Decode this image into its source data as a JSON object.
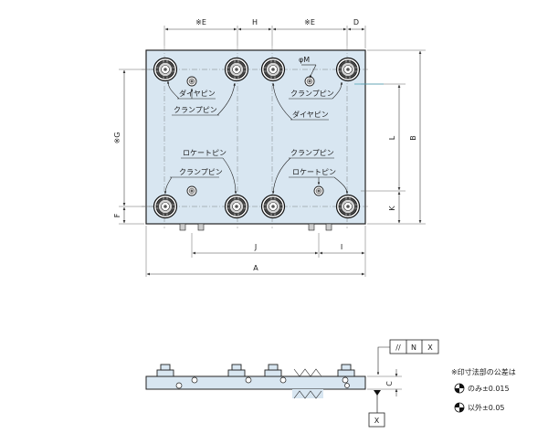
{
  "dimensions": {
    "e_left": "※E",
    "h": "H",
    "e_right": "※E",
    "d": "D",
    "phi_m": "φM",
    "b": "B",
    "l": "L",
    "k": "K",
    "g": "※G",
    "f": "F",
    "j": "J",
    "i": "I",
    "a": "A",
    "c": "C"
  },
  "labels": {
    "dia_pin_left": "ダイヤピン",
    "clamp_pin_top_left": "クランプピン",
    "clamp_pin_top_right": "クランプピン",
    "dia_pin_right": "ダイヤピン",
    "locate_pin_left": "ロケートピン",
    "clamp_pin_bottom_left": "クランプピン",
    "clamp_pin_bottom_right": "クランプピン",
    "locate_pin_right": "ロケートピン"
  },
  "tolerance_frame": {
    "symbol": "//",
    "value": "N",
    "datum": "X"
  },
  "datum_label": "X",
  "notes": {
    "heading": "※印寸法部の公差は",
    "line1": "のみ±0.015",
    "line2": "以外±0.05"
  },
  "colors": {
    "plate": "#d8e6f1",
    "outline": "#222222",
    "arrow_mark": "#4a9fb5"
  }
}
